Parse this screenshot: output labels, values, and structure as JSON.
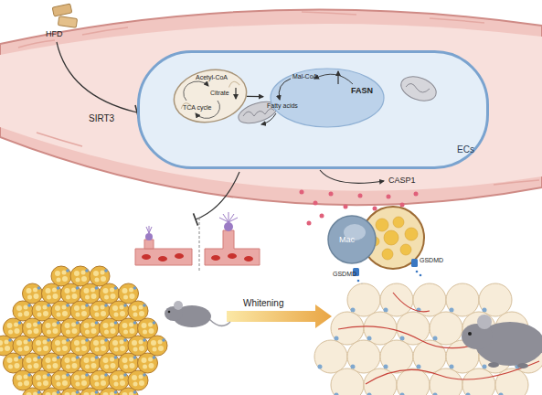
{
  "diagram": {
    "nodes": [
      {
        "text": [
          "ECs"
        ]
      },
      {
        "text": [
          "Acetyl-CoA",
          "Citrate",
          "TCA cycle"
        ],
        "in": 0
      },
      {
        "text": [
          "Mal-CoA",
          "FASN",
          "Fatty acids"
        ],
        "in": 0
      },
      {
        "text": [
          "Mac"
        ]
      }
    ],
    "edges": [
      {
        "from": 1,
        "to": 2,
        "arrow": "to"
      }
    ],
    "labels": [
      "HFD",
      "SIRT3",
      "CASP1",
      "GSDMD",
      "GSDMD",
      "Whitening"
    ]
  }
}
